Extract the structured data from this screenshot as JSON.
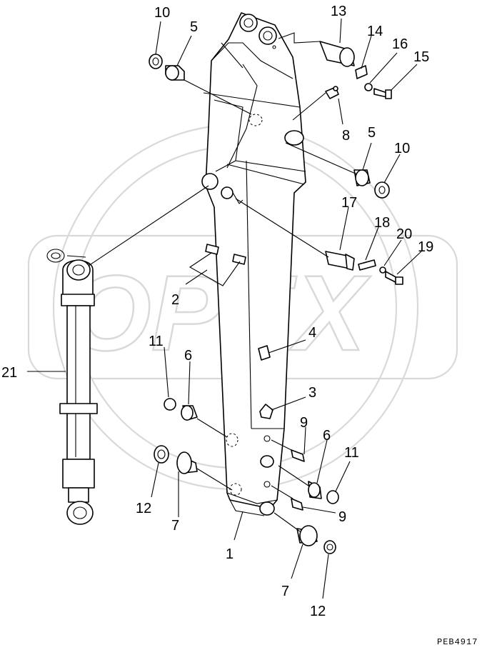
{
  "watermark": {
    "text": "OPEX"
  },
  "drawing_code": "PEB4917",
  "callouts": [
    {
      "id": "c10a",
      "label": "10"
    },
    {
      "id": "c5a",
      "label": "5"
    },
    {
      "id": "c13",
      "label": "13"
    },
    {
      "id": "c14",
      "label": "14"
    },
    {
      "id": "c16",
      "label": "16"
    },
    {
      "id": "c15",
      "label": "15"
    },
    {
      "id": "c8",
      "label": "8"
    },
    {
      "id": "c5b",
      "label": "5"
    },
    {
      "id": "c10b",
      "label": "10"
    },
    {
      "id": "c17",
      "label": "17"
    },
    {
      "id": "c18",
      "label": "18"
    },
    {
      "id": "c20",
      "label": "20"
    },
    {
      "id": "c19",
      "label": "19"
    },
    {
      "id": "c2",
      "label": "2"
    },
    {
      "id": "c4",
      "label": "4"
    },
    {
      "id": "c11a",
      "label": "11"
    },
    {
      "id": "c6a",
      "label": "6"
    },
    {
      "id": "c21",
      "label": "21"
    },
    {
      "id": "c3",
      "label": "3"
    },
    {
      "id": "c9a",
      "label": "9"
    },
    {
      "id": "c6b",
      "label": "6"
    },
    {
      "id": "c11b",
      "label": "11"
    },
    {
      "id": "c12a",
      "label": "12"
    },
    {
      "id": "c7a",
      "label": "7"
    },
    {
      "id": "c9b",
      "label": "9"
    },
    {
      "id": "c1",
      "label": "1"
    },
    {
      "id": "c7b",
      "label": "7"
    },
    {
      "id": "c12b",
      "label": "12"
    }
  ]
}
